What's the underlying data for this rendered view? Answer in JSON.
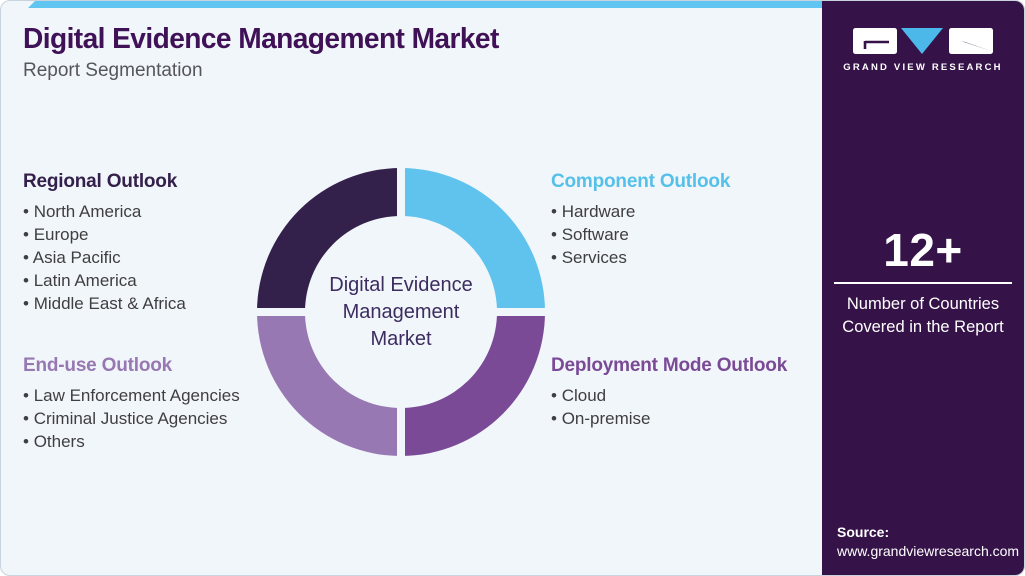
{
  "header": {
    "title": "Digital Evidence Management Market",
    "subtitle": "Report Segmentation"
  },
  "donut": {
    "center_label": "Digital Evidence Management Market",
    "segments": [
      {
        "position": "top-right",
        "related_section": "Component Outlook",
        "color": "#5fc3ee"
      },
      {
        "position": "bottom-right",
        "related_section": "Deployment Mode Outlook",
        "color": "#7a4a97"
      },
      {
        "position": "bottom-left",
        "related_section": "End-use Outlook",
        "color": "#9778b3"
      },
      {
        "position": "top-left",
        "related_section": "Regional Outlook",
        "color": "#33204b"
      }
    ]
  },
  "sections": [
    {
      "heading": "Regional Outlook",
      "color": "#33204b",
      "items": [
        "North America",
        "Europe",
        "Asia Pacific",
        "Latin America",
        "Middle East & Africa"
      ]
    },
    {
      "heading": "Component Outlook",
      "color": "#55c0e9",
      "items": [
        "Hardware",
        "Software",
        "Services"
      ]
    },
    {
      "heading": "End-use Outlook",
      "color": "#9778b3",
      "items": [
        "Law Enforcement Agencies",
        "Criminal Justice Agencies",
        "Others"
      ]
    },
    {
      "heading": "Deployment Mode Outlook",
      "color": "#7a4a97",
      "items": [
        "Cloud",
        "On-premise"
      ]
    }
  ],
  "sidebar": {
    "brand": "GRAND VIEW RESEARCH",
    "stat_value": "12+",
    "stat_caption": "Number of Countries Covered in the Report",
    "source_label": "Source:",
    "source_url": "www.grandviewresearch.com",
    "background_color": "#351348",
    "accent_color": "#4cb8e9"
  },
  "theme": {
    "panel_background": "#f1f6fa",
    "topbar_color": "#60c5f1",
    "title_color": "#3f1156"
  }
}
